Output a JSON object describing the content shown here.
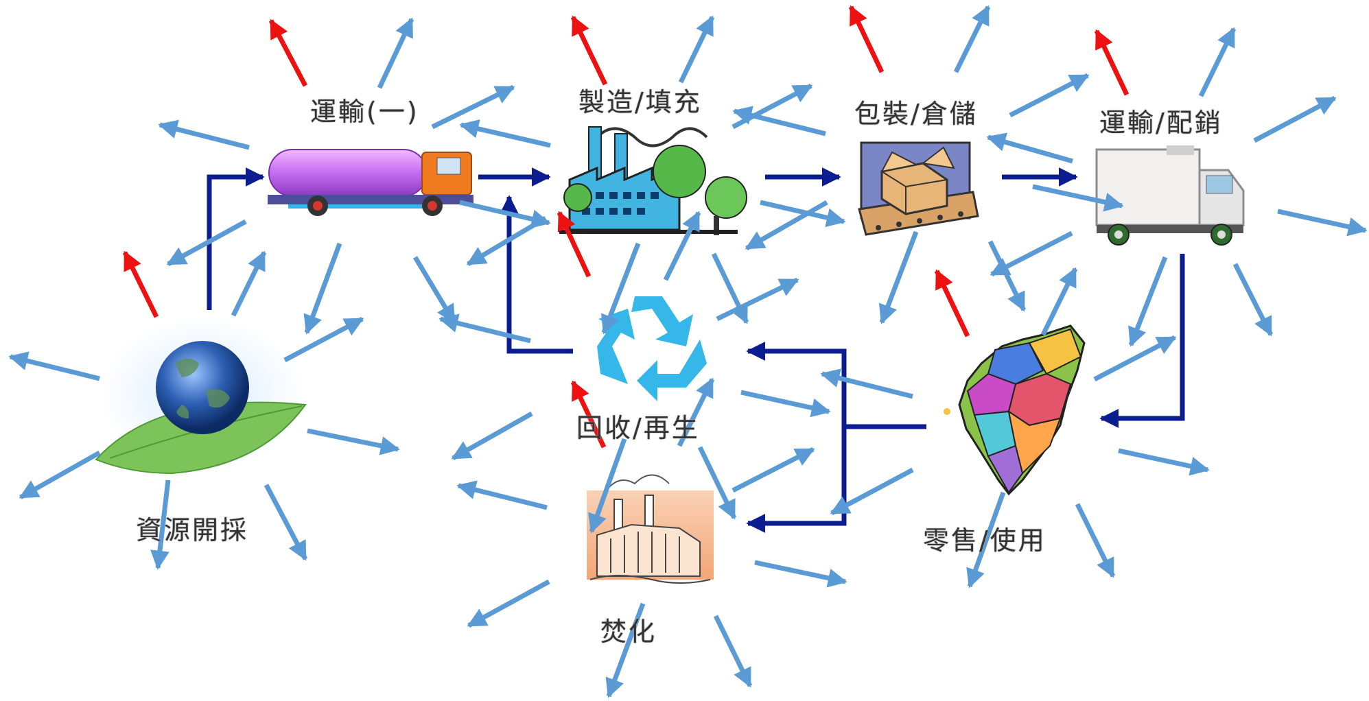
{
  "nodes": {
    "extraction": {
      "label": "資源開採",
      "icon": "earth-on-leaf-icon"
    },
    "transport1": {
      "label": "運輸(一)",
      "icon": "tanker-truck-icon"
    },
    "manufacturing": {
      "label": "製造/填充",
      "icon": "factory-icon"
    },
    "packaging": {
      "label": "包裝/倉儲",
      "icon": "box-on-conveyor-icon"
    },
    "distribution": {
      "label": "運輸/配銷",
      "icon": "delivery-truck-icon"
    },
    "retail": {
      "label": "零售/使用",
      "icon": "taiwan-map-icon"
    },
    "recycling": {
      "label": "回收/再生",
      "icon": "recycle-icon"
    },
    "incineration": {
      "label": "焚化",
      "icon": "incinerator-plant-icon"
    }
  },
  "colors": {
    "flow_arrow": "#0c1d8f",
    "emission_input_arrow": "#5b9bd5",
    "red_arrow": "#ee1111"
  }
}
